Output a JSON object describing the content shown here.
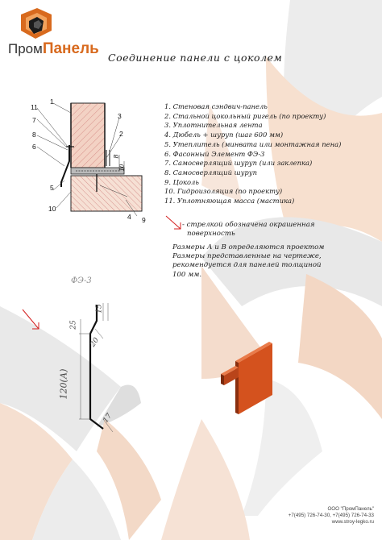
{
  "logo": {
    "word1": "Пром",
    "word2": "Панель"
  },
  "title": "Соединение панели с цоколем",
  "legend": [
    "1. Стеновая сэндвич-панель",
    "2. Стальной цокольный ригель (по проекту)",
    "3. Уплотнительная лента",
    "4. Дюбель + шуруп (шаг 600 мм)",
    "5. Утеплитель (минвата или монтажная пена)",
    "6. Фасонный Элемент ФЭ-3",
    "7. Самосверлящий шуруп (или заклепка)",
    "8. Самосверлящий шуруп",
    "9. Цоколь",
    "10. Гидроизоляция (по проекту)",
    "11. Уплотняющая масса (мастика)"
  ],
  "arrow_note": [
    "- стрелкой обозначена окрашенная",
    "поверхность"
  ],
  "size_note": [
    "Размеры А и В определяются проектом",
    "Размеры представленные на чертеже,",
    "рекомендуется для панелей толщиной",
    "100 мм."
  ],
  "profile_label": "ФЭ-3",
  "callouts": [
    "1",
    "11",
    "7",
    "8",
    "6",
    "5",
    "10",
    "3",
    "2",
    "4",
    "9"
  ],
  "section_dims": {
    "a": "В",
    "b": "10"
  },
  "profile_dims": {
    "top": "15",
    "upper": "25",
    "diag": "20",
    "main": "120(А)",
    "bottom": "17"
  },
  "footer": {
    "company": "ООО \"ПромПанель\"",
    "phones": "+7(495) 726-74-30, +7(495) 726-74-33",
    "site": "www.stroy-legko.ru"
  },
  "colors": {
    "accent": "#d86a1e",
    "panel_core": "#f0c8b8",
    "product": "#d4521e"
  }
}
